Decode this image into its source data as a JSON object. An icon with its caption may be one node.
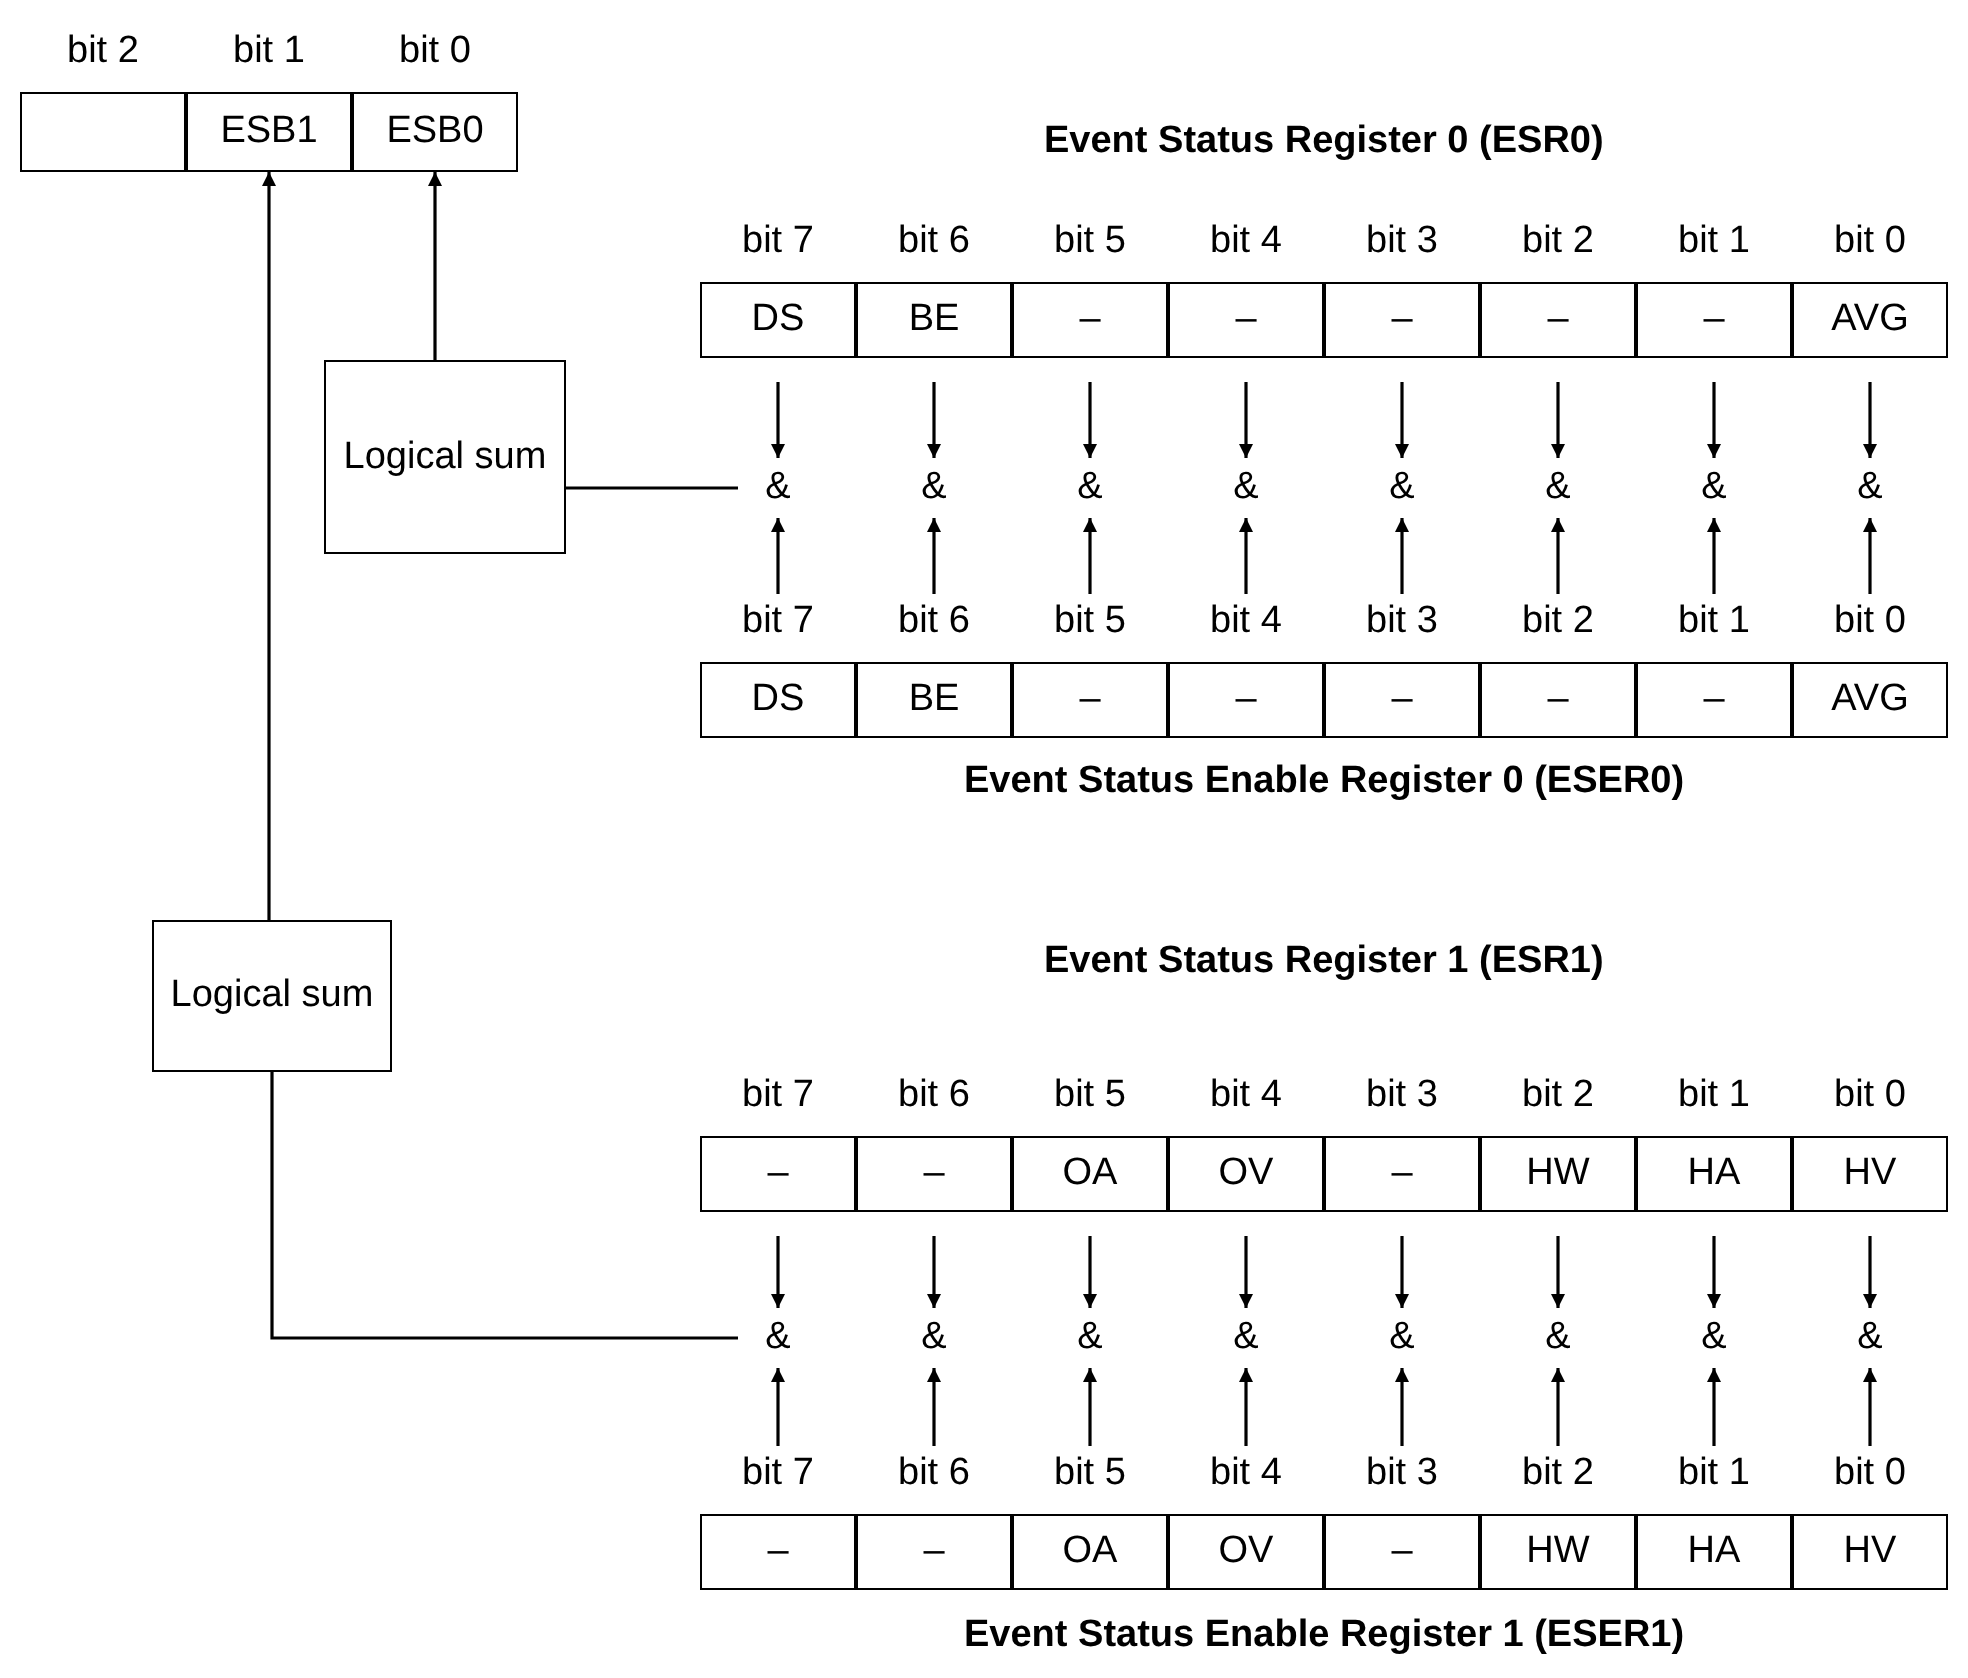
{
  "diagram": {
    "nodes": [
      {
        "text": [],
        "shape": "box",
        "beside": [
          "bit 2"
        ]
      },
      {
        "text": [
          "ESB1"
        ],
        "beside": [
          "bit 1"
        ]
      },
      {
        "text": [
          "ESB0"
        ],
        "beside": [
          "bit 0"
        ]
      },
      {
        "text": [
          "Logical sum"
        ]
      },
      {
        "text": [
          "DS"
        ],
        "beside": [
          "bit 7"
        ]
      },
      {
        "text": [
          "BE"
        ],
        "beside": [
          "bit 6"
        ]
      },
      {
        "text": [
          "–"
        ],
        "beside": [
          "bit 5"
        ]
      },
      {
        "text": [
          "–"
        ],
        "beside": [
          "bit 4"
        ]
      },
      {
        "text": [
          "–"
        ],
        "beside": [
          "bit 3"
        ]
      },
      {
        "text": [
          "–"
        ],
        "beside": [
          "bit 2"
        ]
      },
      {
        "text": [
          "–"
        ],
        "beside": [
          "bit 1"
        ]
      },
      {
        "text": [
          "AVG"
        ],
        "beside": [
          "bit 0"
        ]
      },
      {
        "text": [
          "&"
        ]
      },
      {
        "text": [
          "&"
        ]
      },
      {
        "text": [
          "&"
        ]
      },
      {
        "text": [
          "&"
        ]
      },
      {
        "text": [
          "&"
        ]
      },
      {
        "text": [
          "&"
        ]
      },
      {
        "text": [
          "&"
        ]
      },
      {
        "text": [
          "&"
        ]
      },
      {
        "text": [
          "DS"
        ],
        "beside": [
          "bit 7"
        ]
      },
      {
        "text": [
          "BE"
        ],
        "beside": [
          "bit 6"
        ]
      },
      {
        "text": [
          "–"
        ],
        "beside": [
          "bit 5"
        ]
      },
      {
        "text": [
          "–"
        ],
        "beside": [
          "bit 4"
        ]
      },
      {
        "text": [
          "–"
        ],
        "beside": [
          "bit 3"
        ]
      },
      {
        "text": [
          "–"
        ],
        "beside": [
          "bit 2"
        ]
      },
      {
        "text": [
          "–"
        ],
        "beside": [
          "bit 1"
        ]
      },
      {
        "text": [
          "AVG"
        ],
        "beside": [
          "bit 0"
        ]
      },
      {
        "text": [
          "Logical sum"
        ]
      },
      {
        "text": [
          "–"
        ],
        "beside": [
          "bit 7"
        ]
      },
      {
        "text": [
          "–"
        ],
        "beside": [
          "bit 6"
        ]
      },
      {
        "text": [
          "OA"
        ],
        "beside": [
          "bit 5"
        ]
      },
      {
        "text": [
          "OV"
        ],
        "beside": [
          "bit 4"
        ]
      },
      {
        "text": [
          "–"
        ],
        "beside": [
          "bit 3"
        ]
      },
      {
        "text": [
          "HW"
        ],
        "beside": [
          "bit 2"
        ]
      },
      {
        "text": [
          "HA"
        ],
        "beside": [
          "bit 1"
        ]
      },
      {
        "text": [
          "HV"
        ],
        "beside": [
          "bit 0"
        ]
      },
      {
        "text": [
          "&"
        ]
      },
      {
        "text": [
          "&"
        ]
      },
      {
        "text": [
          "&"
        ]
      },
      {
        "text": [
          "&"
        ]
      },
      {
        "text": [
          "&"
        ]
      },
      {
        "text": [
          "&"
        ]
      },
      {
        "text": [
          "&"
        ]
      },
      {
        "text": [
          "&"
        ]
      },
      {
        "text": [
          "–"
        ],
        "beside": [
          "bit 7"
        ]
      },
      {
        "text": [
          "–"
        ],
        "beside": [
          "bit 6"
        ]
      },
      {
        "text": [
          "OA"
        ],
        "beside": [
          "bit 5"
        ]
      },
      {
        "text": [
          "OV"
        ],
        "beside": [
          "bit 4"
        ]
      },
      {
        "text": [
          "–"
        ],
        "beside": [
          "bit 3"
        ]
      },
      {
        "text": [
          "HW"
        ],
        "beside": [
          "bit 2"
        ]
      },
      {
        "text": [
          "HA"
        ],
        "beside": [
          "bit 1"
        ]
      },
      {
        "text": [
          "HV"
        ],
        "beside": [
          "bit 0"
        ]
      }
    ],
    "edges": [
      {
        "from": 4,
        "to": 12,
        "arrow": "to"
      },
      {
        "from": 5,
        "to": 13,
        "arrow": "to"
      },
      {
        "from": 6,
        "to": 14,
        "arrow": "to"
      },
      {
        "from": 7,
        "to": 15,
        "arrow": "to"
      },
      {
        "from": 8,
        "to": 16,
        "arrow": "to"
      },
      {
        "from": 9,
        "to": 17,
        "arrow": "to"
      },
      {
        "from": 10,
        "to": 18,
        "arrow": "to"
      },
      {
        "from": 11,
        "to": 19,
        "arrow": "to"
      },
      {
        "from": 20,
        "to": 12,
        "arrow": "to"
      },
      {
        "from": 21,
        "to": 13,
        "arrow": "to"
      },
      {
        "from": 22,
        "to": 14,
        "arrow": "to"
      },
      {
        "from": 23,
        "to": 15,
        "arrow": "to"
      },
      {
        "from": 24,
        "to": 16,
        "arrow": "to"
      },
      {
        "from": 25,
        "to": 17,
        "arrow": "to"
      },
      {
        "from": 26,
        "to": 18,
        "arrow": "to"
      },
      {
        "from": 27,
        "to": 19,
        "arrow": "to"
      },
      {
        "from": 12,
        "to": 3,
        "arrow": "none"
      },
      {
        "from": 3,
        "to": 2,
        "arrow": "to"
      },
      {
        "from": 29,
        "to": 37,
        "arrow": "to"
      },
      {
        "from": 30,
        "to": 38,
        "arrow": "to"
      },
      {
        "from": 31,
        "to": 39,
        "arrow": "to"
      },
      {
        "from": 32,
        "to": 40,
        "arrow": "to"
      },
      {
        "from": 33,
        "to": 41,
        "arrow": "to"
      },
      {
        "from": 34,
        "to": 42,
        "arrow": "to"
      },
      {
        "from": 35,
        "to": 43,
        "arrow": "to"
      },
      {
        "from": 36,
        "to": 44,
        "arrow": "to"
      },
      {
        "from": 45,
        "to": 37,
        "arrow": "to"
      },
      {
        "from": 46,
        "to": 38,
        "arrow": "to"
      },
      {
        "from": 47,
        "to": 39,
        "arrow": "to"
      },
      {
        "from": 48,
        "to": 40,
        "arrow": "to"
      },
      {
        "from": 49,
        "to": 41,
        "arrow": "to"
      },
      {
        "from": 50,
        "to": 42,
        "arrow": "to"
      },
      {
        "from": 51,
        "to": 43,
        "arrow": "to"
      },
      {
        "from": 52,
        "to": 44,
        "arrow": "to"
      },
      {
        "from": 37,
        "to": 28,
        "arrow": "none"
      },
      {
        "from": 28,
        "to": 1,
        "arrow": "to"
      }
    ],
    "labels": [
      "Event Status Register 0 (ESR0)",
      "Event Status Enable Register 0 (ESER0)",
      "Event Status Register 1 (ESR1)",
      "Event Status Enable Register 1 (ESER1)"
    ]
  }
}
